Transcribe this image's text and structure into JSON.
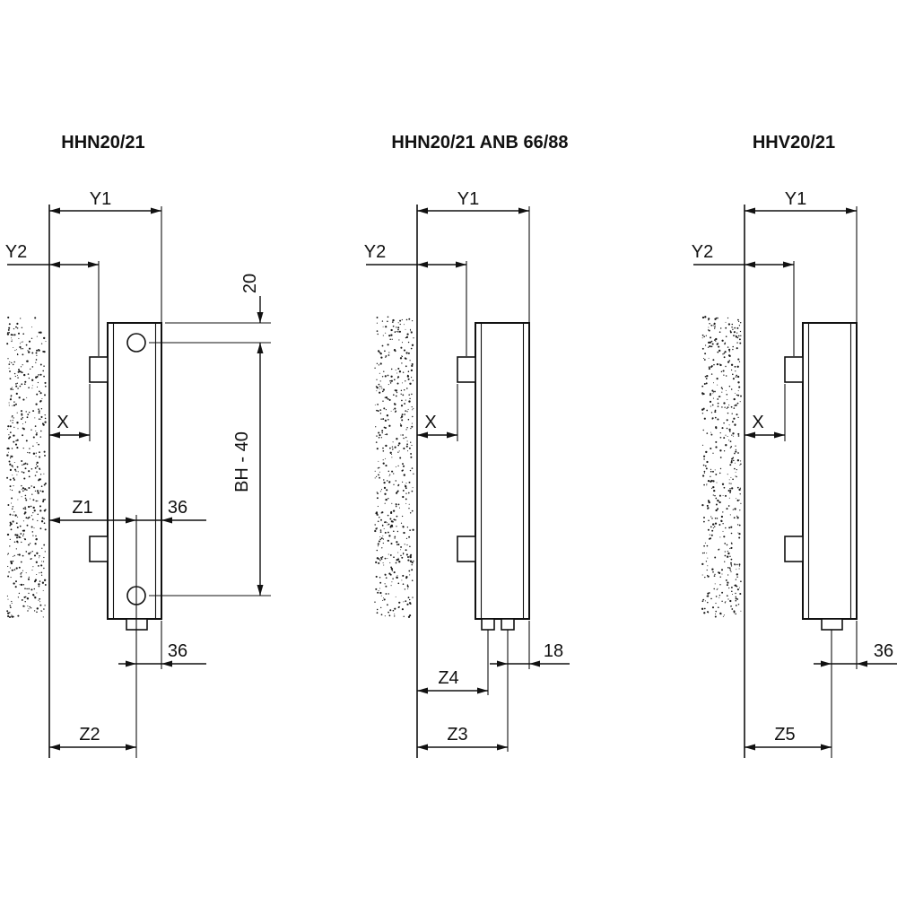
{
  "page": {
    "background": "#ffffff",
    "line_color": "#111111"
  },
  "panels": [
    {
      "title": "HHN20/21",
      "labels": {
        "y1": "Y1",
        "y2": "Y2",
        "x": "X",
        "top_offset": "20",
        "body_height": "BH - 40",
        "z1": "Z1",
        "front_top": "36",
        "front_bottom": "36",
        "z2": "Z2"
      }
    },
    {
      "title": "HHN20/21 ANB 66/88",
      "labels": {
        "y1": "Y1",
        "y2": "Y2",
        "x": "X",
        "d18": "18",
        "z4": "Z4",
        "z3": "Z3"
      }
    },
    {
      "title": "HHV20/21",
      "labels": {
        "y1": "Y1",
        "y2": "Y2",
        "x": "X",
        "d36": "36",
        "z5": "Z5"
      }
    }
  ]
}
